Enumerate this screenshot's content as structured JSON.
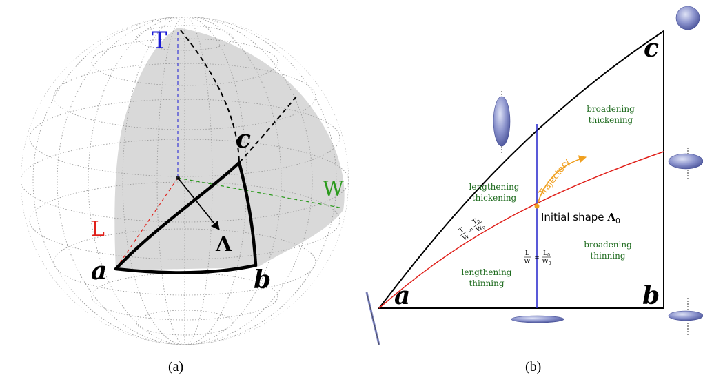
{
  "panel_a": {
    "caption": "(a)",
    "axis_T": "T",
    "axis_L": "L",
    "axis_W": "W",
    "vertex_a": "a",
    "vertex_b": "b",
    "vertex_c": "c",
    "lambda": "Λ",
    "colors": {
      "T": "#1a1ad6",
      "L": "#e0201a",
      "W": "#2a9a1c"
    }
  },
  "panel_b": {
    "caption": "(b)",
    "vertex_a": "a",
    "vertex_b": "b",
    "vertex_c": "c",
    "region_upper_right": [
      "broadening",
      "thickening"
    ],
    "region_left": [
      "lengthening",
      "thickening"
    ],
    "region_lower_left": [
      "lengthening",
      "thinning"
    ],
    "region_lower_right": [
      "broadening",
      "thinning"
    ],
    "trajectory_label": "Trajectory",
    "initial_shape_label": "Initial shape ",
    "initial_shape_symbol": "Λ",
    "initial_shape_sub": "0",
    "red_curve_eq": {
      "lhs_num": "T",
      "lhs_den": "W",
      "rhs_num": "T",
      "rhs_num_sub": "0",
      "rhs_den": "W",
      "rhs_den_sub": "0"
    },
    "blue_line_eq": {
      "lhs_num": "L",
      "lhs_den": "W",
      "rhs_num": "L",
      "rhs_num_sub": "0",
      "rhs_den": "W",
      "rhs_den_sub": "0"
    },
    "colors": {
      "region_text": "#1e6b1e",
      "red_curve": "#e0201a",
      "blue_line": "#2222cc",
      "trajectory": "#f0a020",
      "ellipsoid": "#7f86c2"
    }
  }
}
